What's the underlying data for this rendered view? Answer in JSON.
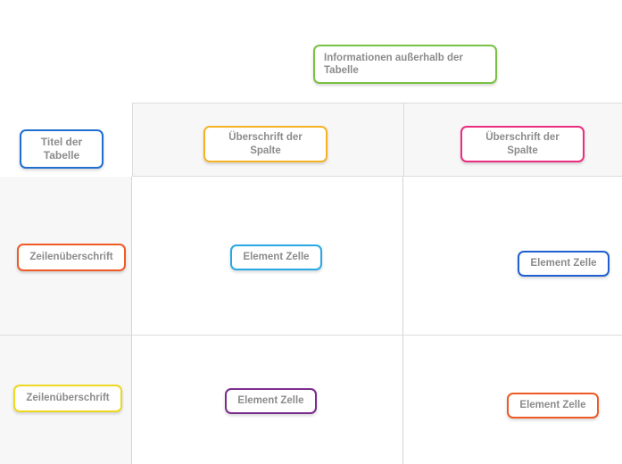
{
  "external_info": {
    "label": "Informationen außerhalb der Tabelle",
    "border_color": "#7ac143"
  },
  "table": {
    "title_box": {
      "label": "Titel der Tabelle",
      "border_color": "#1f6fd0"
    },
    "column_headers": [
      {
        "label": "Überschrift der Spalte",
        "border_color": "#f5b324"
      },
      {
        "label": "Überschrift der Spalte",
        "border_color": "#ec2c80"
      }
    ],
    "rows": [
      {
        "header": {
          "label": "Zeilenüberschrift",
          "border_color": "#ef5a25"
        },
        "cells": [
          {
            "label": "Element Zelle",
            "border_color": "#27a8e6"
          },
          {
            "label": "Element Zelle",
            "border_color": "#1f5fd0"
          }
        ]
      },
      {
        "header": {
          "label": "Zeilenüberschrift",
          "border_color": "#edd820"
        },
        "cells": [
          {
            "label": "Element Zelle",
            "border_color": "#7b2d8e"
          },
          {
            "label": "Element Zelle",
            "border_color": "#ef5a25"
          }
        ]
      }
    ],
    "grid": {
      "header_fill": "#f7f7f7",
      "row_header_fill": "#f7f7f7",
      "body_fill": "#ffffff",
      "line_color": "#dcdcdc"
    },
    "text_color": "#8c8c8c"
  }
}
